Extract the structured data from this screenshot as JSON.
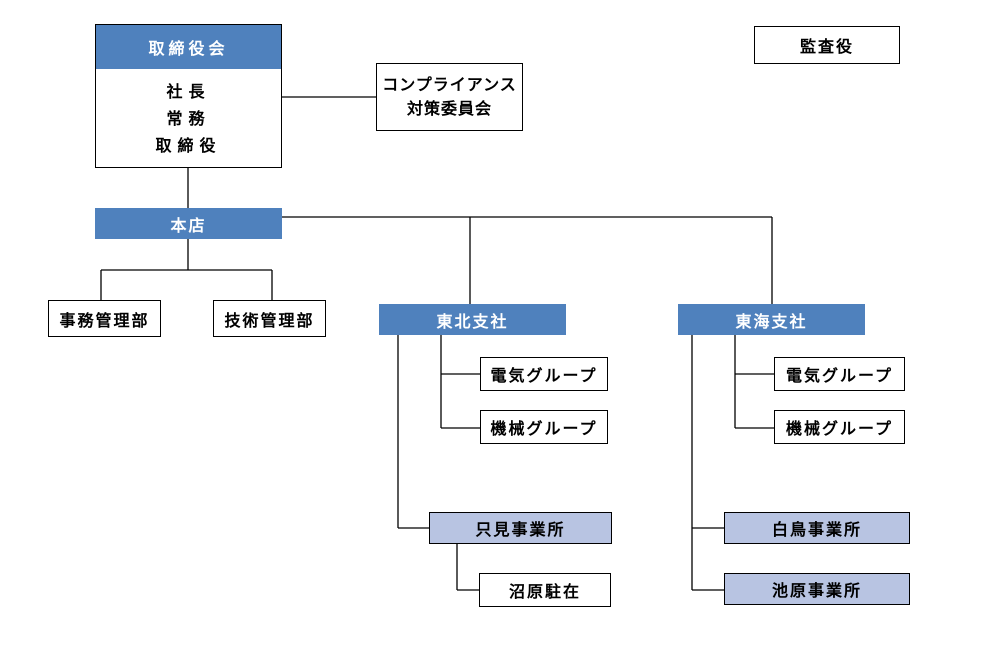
{
  "board": {
    "title": "取締役会",
    "members": [
      "社長",
      "常務",
      "取締役"
    ]
  },
  "auditor": "監査役",
  "compliance": {
    "line1": "コンプライアンス",
    "line2": "対策委員会"
  },
  "head_office": {
    "name": "本店",
    "departments": [
      "事務管理部",
      "技術管理部"
    ]
  },
  "tohoku": {
    "name": "東北支社",
    "groups": [
      "電気グループ",
      "機械グループ"
    ],
    "office": "只見事業所",
    "sub_office": "沼原駐在"
  },
  "tokai": {
    "name": "東海支社",
    "groups": [
      "電気グループ",
      "機械グループ"
    ],
    "offices": [
      "白鳥事業所",
      "池原事業所"
    ]
  },
  "colors": {
    "header_blue": "#4f81bd",
    "office_fill": "#b8c4e2",
    "line": "#000000"
  }
}
